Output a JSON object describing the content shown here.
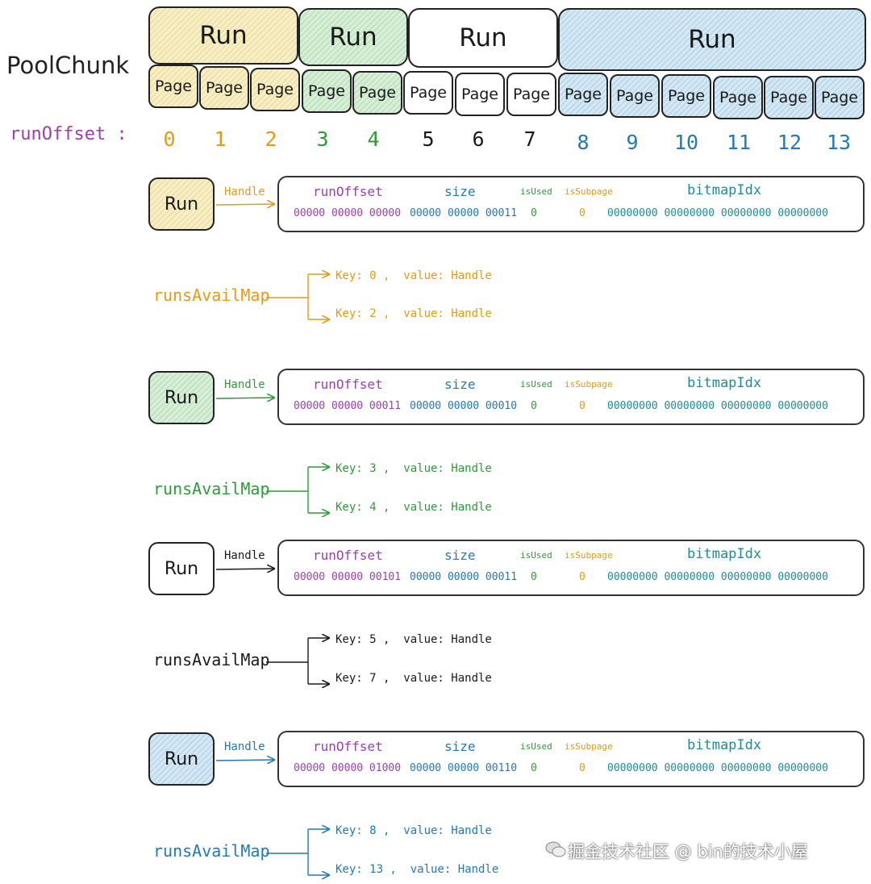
{
  "diagram": {
    "chunk_title": "PoolChunk",
    "top_runs": [
      "Run",
      "Run",
      "Run",
      "Run"
    ],
    "page_label": "Page",
    "run_offset_label": "runOffset :",
    "offsets": [
      "0",
      "1",
      "2",
      "3",
      "4",
      "5",
      "6",
      "7",
      "8",
      "9",
      "10",
      "11",
      "12",
      "13"
    ],
    "colors": {
      "orange": "#e59a14",
      "green": "#2e9a3a",
      "black": "#1a1a1a",
      "blue": "#2378b5",
      "purple": "#9b3fb0",
      "teal": "#1e8b9a"
    },
    "headers": {
      "runOffset": "runOffset",
      "size": "size",
      "isUsed": "isUsed",
      "isSubpage": "isSubpage",
      "bitmapIdx": "bitmapIdx"
    },
    "handle_label": "Handle",
    "run_label": "Run",
    "map_label": "runsAvailMap",
    "groups": [
      {
        "runOffset_bits": "00000 00000 00000",
        "size_bits": "00000 00000 00011",
        "isUsed_bit": "0",
        "isSubpage_bit": "0",
        "bitmap_bits": "00000000 00000000 00000000 00000000",
        "entries": [
          "Key: 0 ,  value: Handle",
          "Key: 2 ,  value: Handle"
        ]
      },
      {
        "runOffset_bits": "00000 00000 00011",
        "size_bits": "00000 00000 00010",
        "isUsed_bit": "0",
        "isSubpage_bit": "0",
        "bitmap_bits": "00000000 00000000 00000000 00000000",
        "entries": [
          "Key: 3 ,  value: Handle",
          "Key: 4 ,  value: Handle"
        ]
      },
      {
        "runOffset_bits": "00000 00000 00101",
        "size_bits": "00000 00000 00011",
        "isUsed_bit": "0",
        "isSubpage_bit": "0",
        "bitmap_bits": "00000000 00000000 00000000 00000000",
        "entries": [
          "Key: 5 ,  value: Handle",
          "Key: 7 ,  value: Handle"
        ]
      },
      {
        "runOffset_bits": "00000 00000 01000",
        "size_bits": "00000 00000 00110",
        "isUsed_bit": "0",
        "isSubpage_bit": "0",
        "bitmap_bits": "00000000 00000000 00000000 00000000",
        "entries": [
          "Key: 8 ,  value: Handle",
          "Key: 13 ,  value: Handle"
        ]
      }
    ],
    "watermark": "掘金技术社区 @ bin的技术小屋"
  }
}
